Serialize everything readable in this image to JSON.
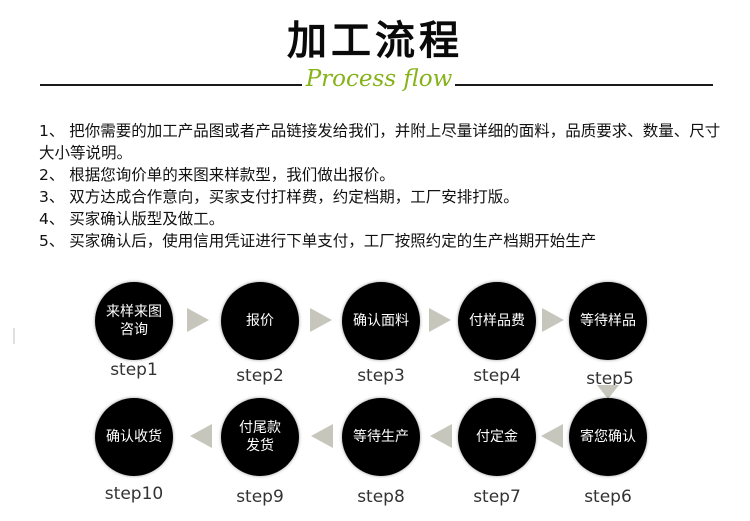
{
  "header": {
    "title": "加工流程",
    "subtitle": "Process flow"
  },
  "instructions": [
    "1、 把你需要的加工产品图或者产品链接发给我们，并附上尽量详细的面料，品质要求、数量、尺寸大小等说明。",
    "2、 根据您询价单的来图来样款型，我们做出报价。",
    "3、 双方达成合作意向，买家支付打样费，约定档期，工厂安排打版。",
    "4、 买家确认版型及做工。",
    "5、 买家确认后，使用信用凭证进行下单支付，工厂按照约定的生产档期开始生产"
  ],
  "flow": {
    "steps": [
      {
        "text": "来样来图\n咨询",
        "label": "step1"
      },
      {
        "text": "报价",
        "label": "step2"
      },
      {
        "text": "确认面料",
        "label": "step3"
      },
      {
        "text": "付样品费",
        "label": "step4"
      },
      {
        "text": "等待样品",
        "label": "step5"
      },
      {
        "text": "寄您确认",
        "label": "step6"
      },
      {
        "text": "付定金",
        "label": "step7"
      },
      {
        "text": "等待生产",
        "label": "step8"
      },
      {
        "text": "付尾款\n发货",
        "label": "step9"
      },
      {
        "text": "确认收货",
        "label": "step10"
      }
    ]
  },
  "colors": {
    "accent_green": "#86b21a",
    "circle_fill": "#000000",
    "arrow": "#c6c6bc"
  }
}
